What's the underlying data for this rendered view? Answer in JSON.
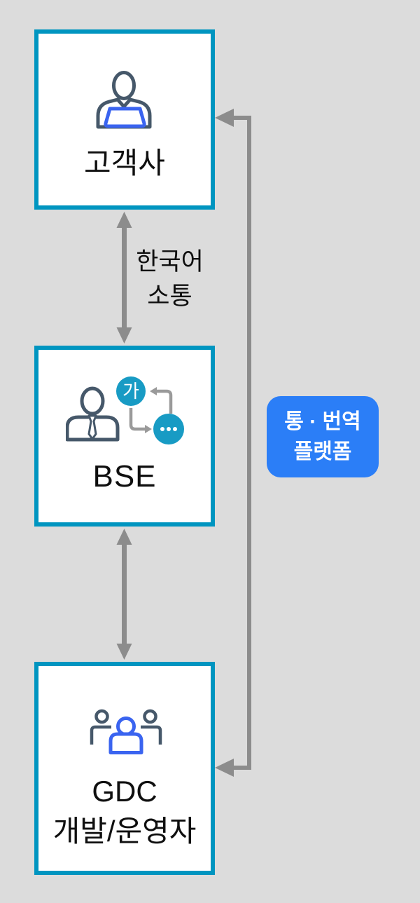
{
  "diagram": {
    "background": "#dcdcdc",
    "colors": {
      "box_border_teal": "#0095c0",
      "box_fill": "#ffffff",
      "connector_gray": "#8c8c8c",
      "icon_dark_slate": "#46586a",
      "icon_blue": "#3a64f0",
      "icon_teal_circle": "#189bc4",
      "badge_blue": "#2b7ef7",
      "text_color": "#0f0f0f"
    },
    "nodes": [
      {
        "name": "customer",
        "label": "고객사",
        "icon": "person-laptop-icon"
      },
      {
        "name": "bse",
        "label": "BSE",
        "icon": "translator-icon"
      },
      {
        "name": "gdc",
        "label_line1": "GDC",
        "label_line2": "개발/운영자",
        "icon": "people-group-icon"
      }
    ],
    "edge_label": {
      "line1": "한국어",
      "line2": "소통"
    },
    "badge": {
      "line1": "통 · 번역",
      "line2": "플랫폼"
    },
    "translator_icon": {
      "syllable": "가"
    }
  }
}
